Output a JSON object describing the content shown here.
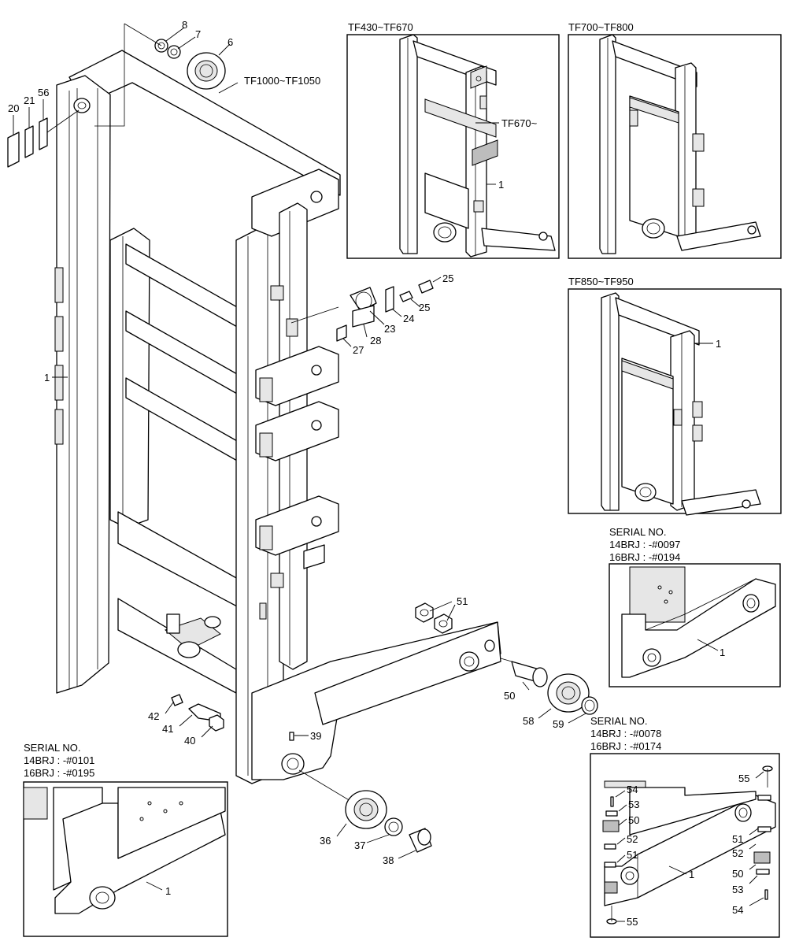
{
  "main_labels": {
    "model_range": "TF1000~TF1050",
    "frame_ref": "1"
  },
  "parts": {
    "p8": "8",
    "p7": "7",
    "p6": "6",
    "p20": "20",
    "p21": "21",
    "p56": "56",
    "p25a": "25",
    "p25b": "25",
    "p24": "24",
    "p23": "23",
    "p28": "28",
    "p27": "27",
    "p51": "51",
    "p50": "50",
    "p58": "58",
    "p59": "59",
    "p42": "42",
    "p41": "41",
    "p40": "40",
    "p39": "39",
    "p36": "36",
    "p37": "37",
    "p38": "38"
  },
  "inset_tf430": {
    "title": "TF430~TF670",
    "note": "TF670~",
    "ref": "1"
  },
  "inset_tf700": {
    "title": "TF700~TF800"
  },
  "inset_tf850": {
    "title": "TF850~TF950",
    "ref": "1"
  },
  "serial_a": {
    "heading": "SERIAL NO.",
    "line1": "14BRJ : -#0097",
    "line2": "16BRJ : -#0194",
    "ref": "1"
  },
  "serial_b": {
    "heading": "SERIAL NO.",
    "line1": "14BRJ : -#0078",
    "line2": "16BRJ : -#0174",
    "ref": "1",
    "p55a": "55",
    "p54a": "54",
    "p53a": "53",
    "p50a": "50",
    "p52a": "52",
    "p51a": "51",
    "p51b": "51",
    "p52b": "52",
    "p50b": "50",
    "p53b": "53",
    "p54b": "54",
    "p55b": "55"
  },
  "serial_c": {
    "heading": "SERIAL NO.",
    "line1": "14BRJ : -#0101",
    "line2": "16BRJ : -#0195",
    "ref": "1"
  }
}
